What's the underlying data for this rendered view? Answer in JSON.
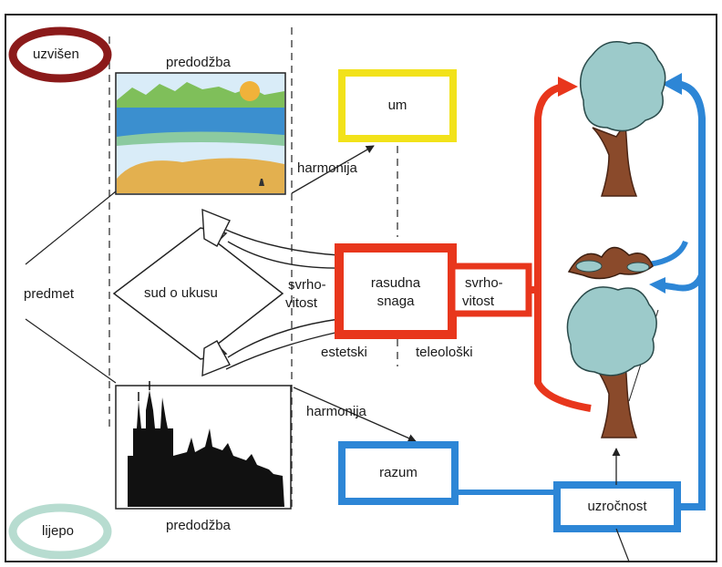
{
  "labels": {
    "uzviseno": "uzvišen",
    "lijepo": "lijepo",
    "predodzba_top": "predodžba",
    "predodzba_bottom": "predodžba",
    "predmet": "predmet",
    "sud_o_ukusu": "sud o ukusu",
    "svrhovitost_left_1": "svrho-",
    "svrhovitost_left_2": "vitost",
    "svrhovitost_right_1": "svrho-",
    "svrhovitost_right_2": "vitost",
    "rasudna_1": "rasudna",
    "rasudna_2": "snaga",
    "um": "um",
    "razum": "razum",
    "uzrocnost": "uzročnost",
    "harmonija_top": "harmonija",
    "harmonija_bottom": "harmonija",
    "estetski": "estetski",
    "teleoloski": "teleološki"
  },
  "colors": {
    "frame": "#222222",
    "uzviseno_ring": "#8b1a1a",
    "lijepo_ring": "#b7dcd0",
    "um_border": "#f2e21a",
    "rasudna_border": "#e8361c",
    "blue_box": "#2d86d6",
    "red_arrow": "#e8361c",
    "blue_arrow": "#2d86d6",
    "sky": "#d9ecf8",
    "sea": "#3b8fcf",
    "sand": "#e3b04f",
    "hills": "#7fbf5a",
    "sun": "#f0b23a",
    "tree_crown": "#9ccaca",
    "trunk": "#8a4a2b"
  },
  "icons": {
    "landscape": "landscape-picture",
    "cathedral": "cathedral-silhouette",
    "tree_top": "tree-icon",
    "tree_bottom": "tree-icon",
    "seed": "seed-icon"
  }
}
